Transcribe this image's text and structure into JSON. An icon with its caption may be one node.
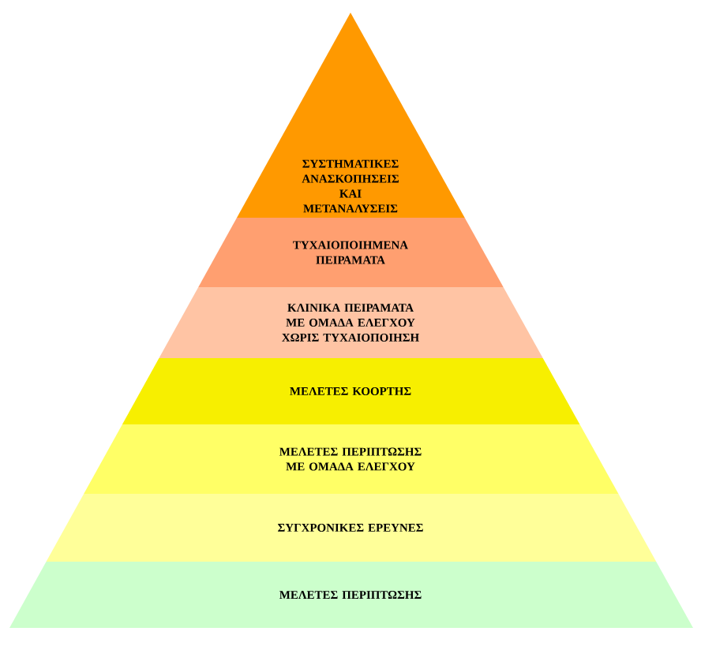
{
  "diagram": {
    "nodes": [
      {
        "text": [
          "ΣΥΣΤΗΜΑΤΙΚΕΣ ΑΝΑΣΚΟΠΗΣΕΙΣ ΚΑΙ ΜΕΤΑΝΑΛΥΣΕΙΣ"
        ]
      },
      {
        "text": [
          "ΤΥΧΑΙΟΠΟΙΗΜΕΝΑ ΠΕΙΡΑΜΑΤΑ"
        ]
      },
      {
        "text": [
          "ΚΛΙΝΙΚΑ ΠΕΙΡΑΜΑΤΑ ΜΕ ΟΜΑΔΑ ΕΛΕΓΧΟΥ ΧΩΡΙΣ ΤΥΧΑΙΟΠΟΙΗΣΗ"
        ]
      },
      {
        "text": [
          "ΜΕΛΕΤΕΣ ΚΟΟΡΤΗΣ"
        ]
      },
      {
        "text": [
          "ΜΕΛΕΤΕΣ ΠΕΡΙΠΤΩΣΗΣ ΜΕ ΟΜΑΔΑ ΕΛΕΓΧΟΥ"
        ]
      },
      {
        "text": [
          "ΣΥΓΧΡΟΝΙΚΕΣ ΕΡΕΥΝΕΣ"
        ]
      },
      {
        "text": [
          "ΜΕΛΕΤΕΣ ΠΕΡΙΠΤΩΣΗΣ"
        ]
      }
    ]
  }
}
